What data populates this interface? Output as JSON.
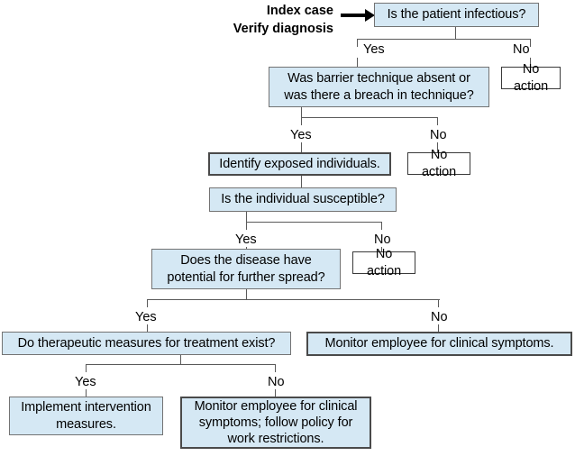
{
  "diagram": {
    "title": "Exposure management decision flowchart",
    "entry_caption": {
      "line1": "Index case",
      "line2": "Verify diagnosis"
    },
    "colors": {
      "node_fill_blue": "#d5e8f4",
      "node_fill_white": "#ffffff",
      "border_thin": "#737373",
      "border_medium": "#4d4d4d",
      "border_thick": "#4a4a4a",
      "connector": "#5a5a5a",
      "arrow": "#000000",
      "text": "#000000",
      "background": "#ffffff"
    },
    "nodes": [
      {
        "id": "q1",
        "text": "Is the patient infectious?"
      },
      {
        "id": "no1",
        "text": "No action"
      },
      {
        "id": "q2",
        "text": "Was barrier technique absent or was there a breach in technique?"
      },
      {
        "id": "no2",
        "text": "No action"
      },
      {
        "id": "a1",
        "text": "Identify exposed individuals."
      },
      {
        "id": "no3",
        "text": "No action"
      },
      {
        "id": "q3",
        "text": "Is the individual susceptible?"
      },
      {
        "id": "q4",
        "text": "Does the disease have potential for further spread?"
      },
      {
        "id": "a2",
        "text": "Monitor employee for clinical symptoms."
      },
      {
        "id": "q5",
        "text": "Do therapeutic measures for treatment exist?"
      },
      {
        "id": "a3",
        "text": "Implement intervention measures."
      },
      {
        "id": "a4",
        "text": "Monitor employee for clinical symptoms; follow policy for work restrictions."
      }
    ],
    "branch_labels": {
      "b1_yes": "Yes",
      "b1_no": "No",
      "b2_yes": "Yes",
      "b2_no": "No",
      "b3_yes": "Yes",
      "b3_no": "No",
      "b4_yes": "Yes",
      "b4_no": "No",
      "b5_yes": "Yes",
      "b5_no": "No"
    }
  },
  "chart_data": {
    "type": "diagram",
    "subtype": "decision-flowchart",
    "title": "Index case / Verify diagnosis exposure management flowchart",
    "nodes": [
      {
        "id": "q1",
        "kind": "decision",
        "label": "Is the patient infectious?",
        "style": "blue-thin"
      },
      {
        "id": "q2",
        "kind": "decision",
        "label": "Was barrier technique absent or was there a breach in technique?",
        "style": "blue-thin"
      },
      {
        "id": "a1",
        "kind": "action",
        "label": "Identify exposed individuals.",
        "style": "blue-thick"
      },
      {
        "id": "q3",
        "kind": "decision",
        "label": "Is the individual susceptible?",
        "style": "blue-thin"
      },
      {
        "id": "q4",
        "kind": "decision",
        "label": "Does the disease have potential for further spread?",
        "style": "blue-thin"
      },
      {
        "id": "q5",
        "kind": "decision",
        "label": "Do therapeutic measures for treatment exist?",
        "style": "blue-thin"
      },
      {
        "id": "a2",
        "kind": "action",
        "label": "Monitor employee for clinical symptoms.",
        "style": "blue-thick"
      },
      {
        "id": "a3",
        "kind": "action",
        "label": "Implement intervention measures.",
        "style": "blue-thin"
      },
      {
        "id": "a4",
        "kind": "action",
        "label": "Monitor employee for clinical symptoms; follow policy for work restrictions.",
        "style": "blue-thick"
      },
      {
        "id": "no1",
        "kind": "terminal",
        "label": "No action",
        "style": "white-box"
      },
      {
        "id": "no2",
        "kind": "terminal",
        "label": "No action",
        "style": "white-box"
      },
      {
        "id": "no3",
        "kind": "terminal",
        "label": "No action",
        "style": "white-box"
      }
    ],
    "edges": [
      {
        "from": "entry",
        "to": "q1",
        "label": ""
      },
      {
        "from": "q1",
        "to": "q2",
        "label": "Yes"
      },
      {
        "from": "q1",
        "to": "no1",
        "label": "No"
      },
      {
        "from": "q2",
        "to": "a1",
        "label": "Yes"
      },
      {
        "from": "q2",
        "to": "no2",
        "label": "No"
      },
      {
        "from": "a1",
        "to": "q3",
        "label": ""
      },
      {
        "from": "q3",
        "to": "q4",
        "label": "Yes"
      },
      {
        "from": "q3",
        "to": "no3",
        "label": "No"
      },
      {
        "from": "q4",
        "to": "q5",
        "label": "Yes"
      },
      {
        "from": "q4",
        "to": "a2",
        "label": "No"
      },
      {
        "from": "q5",
        "to": "a3",
        "label": "Yes"
      },
      {
        "from": "q5",
        "to": "a4",
        "label": "No"
      }
    ]
  }
}
